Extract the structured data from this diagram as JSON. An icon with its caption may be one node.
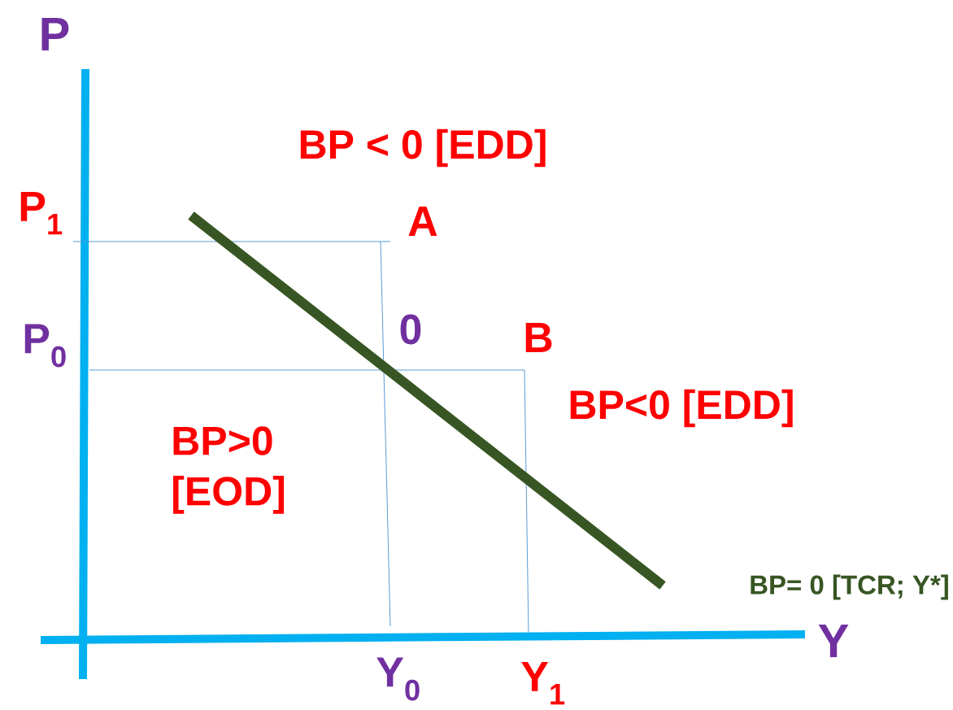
{
  "diagram": {
    "labels": [
      "P",
      "P$_{1}$",
      "P$_{0}$",
      "BP < 0 [EDD]",
      "A",
      "0",
      "B",
      "BP<0 [EDD]",
      "BP>0 [EOD]",
      "BP= 0 [TCR; Y*]",
      "Y",
      "Y$_{0}$",
      "Y$_{1}$"
    ]
  }
}
